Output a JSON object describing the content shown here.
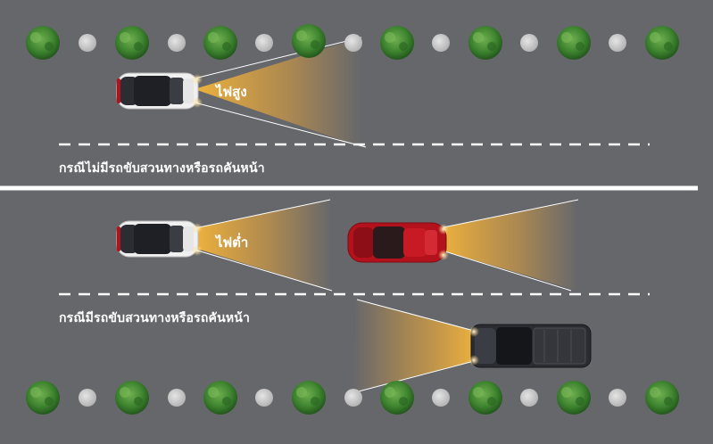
{
  "labels": {
    "high_beam": "ไฟสูง",
    "low_beam": "ไฟต่ำ"
  },
  "captions": {
    "no_oncoming": "กรณีไม่มีรถขับสวนทางหรือรถคันหน้า",
    "with_oncoming": "กรณีมีรถขับสวนทางหรือรถคันหน้า"
  },
  "colors": {
    "road": "#66676b",
    "beam": "#f4b23c",
    "lane_marking": "#ffffff",
    "light_post": "#c9c9c9",
    "bush": "#3a7d2c",
    "red_car": "#b3121d",
    "dark_car": "#2a2c31",
    "white_car": "#f2f2f2"
  },
  "icons": {
    "tree": "bush-icon",
    "post": "street-light-icon"
  }
}
